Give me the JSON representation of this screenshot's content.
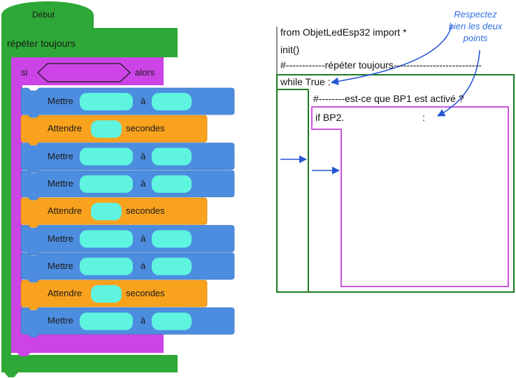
{
  "blocks": {
    "start": "Début",
    "repeat": "répéter   toujours",
    "if_label": "si",
    "then_label": "alors",
    "set_label": "Mettre",
    "to_label": "à",
    "wait_label": "Attendre",
    "seconds_label": "secondes"
  },
  "code": {
    "line1": "from ObjetLedEsp32 import *",
    "line2": "init()",
    "line3": "#------------répéter toujours---------------------------",
    "line4": "while True :",
    "line5": "#--------est-ce que BP1 est activé ?",
    "line6_if": "if BP2.",
    "line6_colon": ":"
  },
  "note": {
    "line1": "Respectez",
    "line2": "bien les deux",
    "line3": "points"
  },
  "colors": {
    "green": "#2ea836",
    "purple": "#cc44e6",
    "blue": "#4d8ddf",
    "orange": "#f9a21e",
    "slot": "#5ff4e0",
    "arrow": "#2456d6",
    "code_green": "#1d7a25",
    "code_purple": "#cc55dd"
  }
}
